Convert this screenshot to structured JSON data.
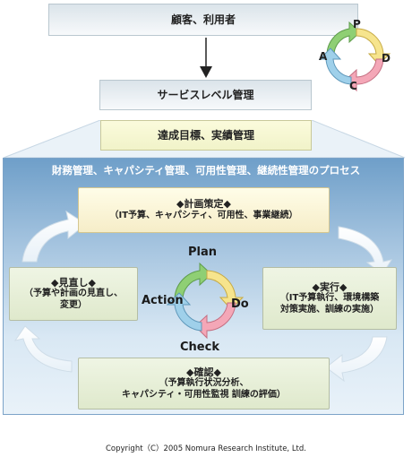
{
  "customer_label": "顧客、利用者",
  "service_level_label": "サービスレベル管理",
  "goal_label": "達成目標、実績管理",
  "process_title": "財務管理、キャパシティ管理、可用性管理、継続性管理のプロセス",
  "plan_box": {
    "title": "◆計画策定◆",
    "body": "（IT予算、キャパシティ、可用性、事業継続）"
  },
  "act_box": {
    "title": "◆見直し◆",
    "body_line1": "（予算や計画の見直し、",
    "body_line2": "変更）"
  },
  "do_box": {
    "title": "◆実行◆",
    "body_line1": "（IT予算執行、環境構築",
    "body_line2": "対策実施、訓練の実施）"
  },
  "check_box": {
    "title": "◆確認◆",
    "body_line1": "（予算執行状況分析、",
    "body_line2": "キャパシティ・可用性監視  訓練の評価）"
  },
  "cycle_labels": {
    "plan": "Plan",
    "do": "Do",
    "check": "Check",
    "action": "Action"
  },
  "mini_cycle_letters": {
    "p": "P",
    "d": "D",
    "c": "C",
    "a": "A"
  },
  "copyright": "Copyright（C）2005 Nomura Research Institute, Ltd."
}
